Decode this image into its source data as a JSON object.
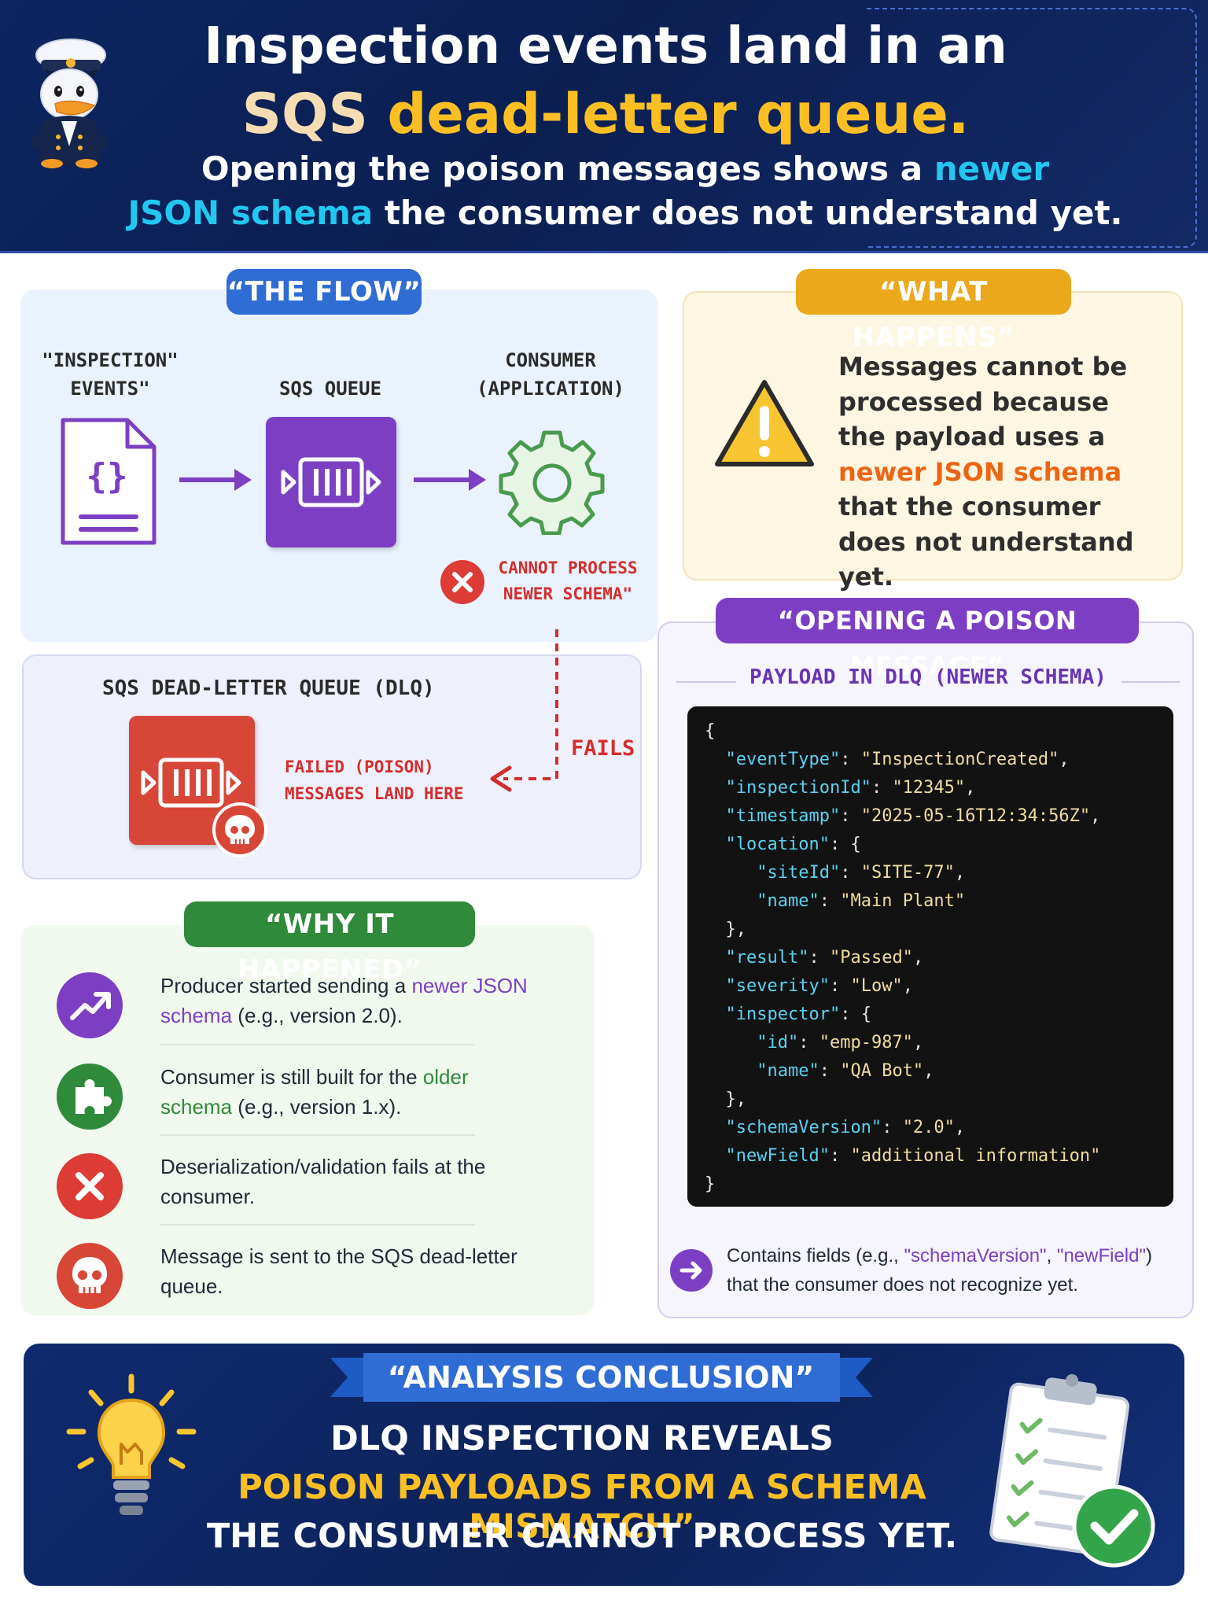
{
  "header": {
    "title_line1": "Inspection events land in an",
    "title_sqs": "SQS",
    "title_dlq": "dead-letter queue.",
    "sub1_pre": "Opening the poison messages shows a",
    "sub1_hl": "newer",
    "sub2_hl": "JSON schema",
    "sub2_post": "the consumer does not understand yet."
  },
  "flow": {
    "pill": "“THE FLOW”",
    "events_label_1": "\"INSPECTION\"",
    "events_label_2": "EVENTS\"",
    "queue_label": "SQS QUEUE",
    "consumer_label_1": "CONSUMER",
    "consumer_label_2": "(APPLICATION)",
    "error_line1": "CANNOT PROCESS",
    "error_line2": "NEWER SCHEMA\"",
    "doc_glyph": "{}",
    "fails_label": "FAILS"
  },
  "dlq": {
    "title": "SQS DEAD-LETTER QUEUE (DLQ)",
    "note_line1": "FAILED (POISON)",
    "note_line2": "MESSAGES LAND HERE"
  },
  "what": {
    "pill": "“WHAT HAPPENS”",
    "text_pre": "Messages cannot be processed because the payload uses a",
    "text_hl": "newer JSON schema",
    "text_post": "that the consumer does not understand yet."
  },
  "why": {
    "pill": "“WHY IT HAPPENED”",
    "items": [
      {
        "pre": "Producer started sending a",
        "hl": "newer JSON schema",
        "post": "(e.g., version 2.0)."
      },
      {
        "pre": "Consumer is still built for the",
        "hl": "older schema",
        "post": "(e.g., version 1.x)."
      },
      {
        "pre": "Deserialization/validation fails at the consumer.",
        "hl": "",
        "post": ""
      },
      {
        "pre": "Message is sent to the SQS dead-letter queue.",
        "hl": "",
        "post": ""
      }
    ]
  },
  "poison": {
    "pill": "“OPENING A POISON MESSAGE”",
    "payload_heading": "PAYLOAD IN DLQ (NEWER SCHEMA)",
    "code_lines": [
      {
        "indent": "",
        "key": "",
        "sep": "",
        "val": "",
        "tail": "{"
      },
      {
        "indent": "  ",
        "key": "\"eventType\"",
        "sep": ": ",
        "val": "\"InspectionCreated\"",
        "tail": ","
      },
      {
        "indent": "  ",
        "key": "\"inspectionId\"",
        "sep": ": ",
        "val": "\"12345\"",
        "tail": ","
      },
      {
        "indent": "  ",
        "key": "\"timestamp\"",
        "sep": ": ",
        "val": "\"2025-05-16T12:34:56Z\"",
        "tail": ","
      },
      {
        "indent": "  ",
        "key": "\"location\"",
        "sep": ": ",
        "val": "",
        "tail": "{"
      },
      {
        "indent": "     ",
        "key": "\"siteId\"",
        "sep": ": ",
        "val": "\"SITE-77\"",
        "tail": ","
      },
      {
        "indent": "     ",
        "key": "\"name\"",
        "sep": ": ",
        "val": "\"Main Plant\"",
        "tail": ""
      },
      {
        "indent": "  ",
        "key": "",
        "sep": "",
        "val": "",
        "tail": "},"
      },
      {
        "indent": "  ",
        "key": "\"result\"",
        "sep": ": ",
        "val": "\"Passed\"",
        "tail": ","
      },
      {
        "indent": "  ",
        "key": "\"severity\"",
        "sep": ": ",
        "val": "\"Low\"",
        "tail": ","
      },
      {
        "indent": "  ",
        "key": "\"inspector\"",
        "sep": ": ",
        "val": "",
        "tail": "{"
      },
      {
        "indent": "     ",
        "key": "\"id\"",
        "sep": ": ",
        "val": "\"emp-987\"",
        "tail": ","
      },
      {
        "indent": "     ",
        "key": "\"name\"",
        "sep": ": ",
        "val": "\"QA Bot\"",
        "tail": ","
      },
      {
        "indent": "  ",
        "key": "",
        "sep": "",
        "val": "",
        "tail": "},"
      },
      {
        "indent": "  ",
        "key": "\"schemaVersion\"",
        "sep": ": ",
        "val": "\"2.0\"",
        "tail": ","
      },
      {
        "indent": "  ",
        "key": "\"newField\"",
        "sep": ": ",
        "val": "\"additional information\"",
        "tail": ""
      },
      {
        "indent": "",
        "key": "",
        "sep": "",
        "val": "",
        "tail": "}"
      }
    ],
    "note_pre": "Contains fields (e.g.,",
    "note_f1": "\"schemaVersion\"",
    "note_comma": ",",
    "note_f2": "\"newField\"",
    "note_post": ") that the consumer does not recognize yet."
  },
  "conclusion": {
    "ribbon": "“ANALYSIS CONCLUSION”",
    "line1": "DLQ INSPECTION REVEALS",
    "line2": "POISON PAYLOADS FROM A SCHEMA MISMATCH”",
    "line3": "THE CONSUMER CANNOT PROCESS YET."
  },
  "colors": {
    "header_bg": "#0d2560",
    "flow_blue": "#2f6cd4",
    "queue_purple": "#7c3fc4",
    "dlq_red": "#d84638",
    "why_green": "#2f8a3c",
    "what_amber": "#eaa81a",
    "highlight_orange": "#ec6513",
    "highlight_cyan": "#22c7f0",
    "conclusion_yellow": "#fbbf24"
  },
  "icons": [
    "captain-duck-mascot",
    "json-document-icon",
    "queue-icon",
    "gear-icon",
    "error-x-icon",
    "skull-icon",
    "warning-icon",
    "trend-up-icon",
    "puzzle-icon",
    "arrow-right-icon",
    "lightbulb-icon",
    "clipboard-checklist-icon",
    "checkmark-icon"
  ]
}
